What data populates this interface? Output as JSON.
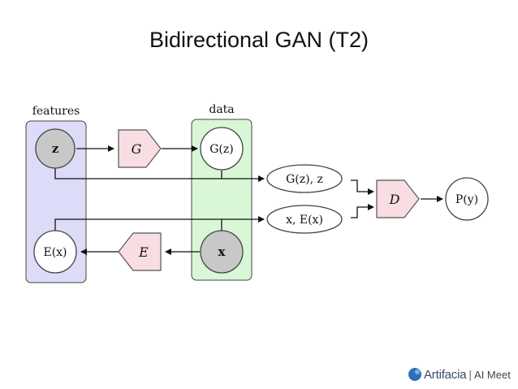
{
  "slide": {
    "title": "Bidirectional GAN (T2)"
  },
  "diagram": {
    "groups": {
      "features_label": "features",
      "data_label": "data"
    },
    "nodes": {
      "z": "z",
      "G": "G",
      "Gz": "G(z)",
      "Gz_z": "G(z), z",
      "x_Ex": "x, E(x)",
      "D": "D",
      "Py": "P(y)",
      "Ex": "E(x)",
      "E": "E",
      "x": "x"
    },
    "colors": {
      "features_group": "#dcdcf8",
      "data_group": "#d9f7d6",
      "network_block": "#f8dde2",
      "latent_node": "#c8c8c8",
      "edge": "#111111"
    }
  },
  "brand": {
    "name": "Artifacia",
    "separator": "|",
    "event": "AI Meet"
  }
}
